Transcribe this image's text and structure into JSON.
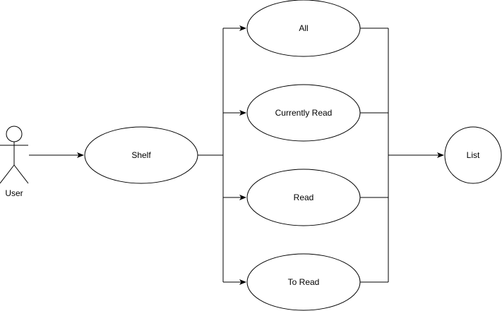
{
  "diagram": {
    "actor_label": "User",
    "shelf_label": "Shelf",
    "options": {
      "all": "All",
      "currently_read": "Currently Read",
      "read": "Read",
      "to_read": "To Read"
    },
    "list_label": "List"
  },
  "colors": {
    "stroke": "#000000",
    "fill": "#ffffff",
    "background": "#ffffff"
  }
}
